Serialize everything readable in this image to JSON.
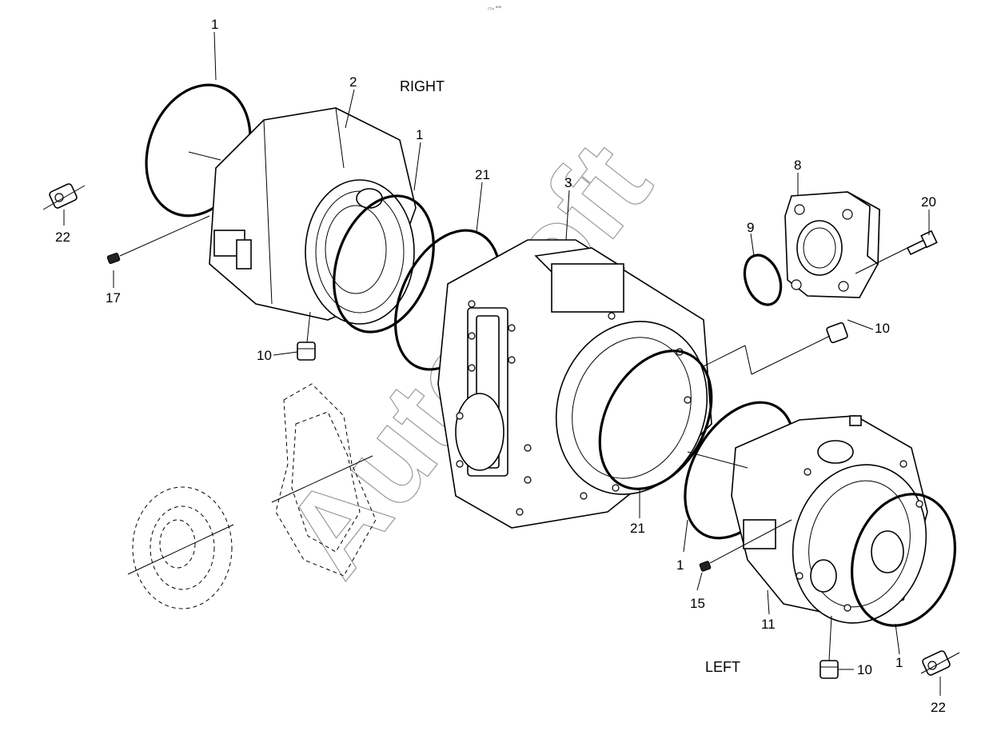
{
  "diagram": {
    "header_mark": "▭₀ ⁰⁰⁰",
    "watermark": "AutoSoft",
    "side_labels": {
      "right": "RIGHT",
      "left": "LEFT"
    },
    "callouts": {
      "ring_1_top": "1",
      "ring_1_mid": "1",
      "ring_1_lower": "1",
      "ring_1_right": "1",
      "hub_2": "2",
      "housing_3": "3",
      "cover_8": "8",
      "oring_9": "9",
      "plug_10_left": "10",
      "plug_10_right": "10",
      "plug_10_bottom": "10",
      "housing_11": "11",
      "plug_15": "15",
      "plug_17": "17",
      "bolt_20": "20",
      "ring_21_top": "21",
      "ring_21_bottom": "21",
      "plug_22_left": "22",
      "plug_22_right": "22"
    }
  }
}
